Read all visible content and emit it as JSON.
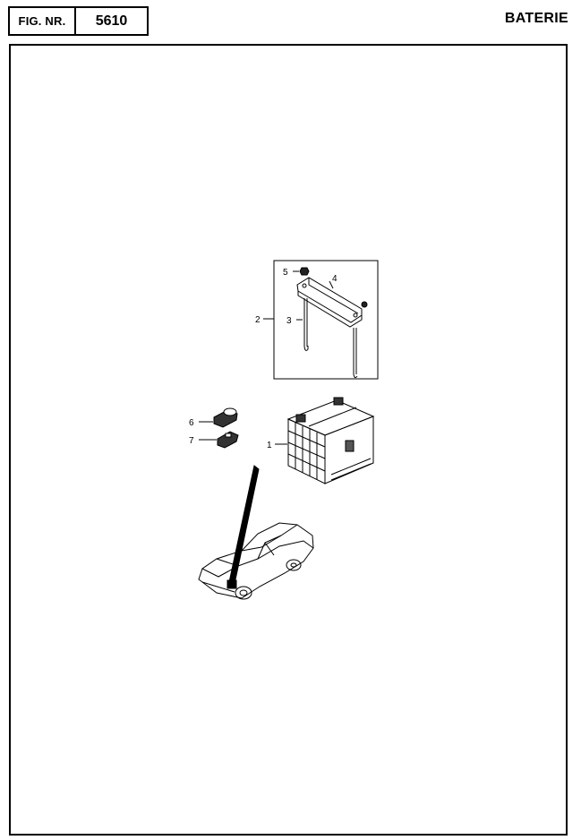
{
  "header": {
    "fig_label": "FIG. NR.",
    "fig_number": "5610",
    "title": "BATERIE"
  },
  "callouts": [
    "1",
    "2",
    "3",
    "4",
    "5",
    "6",
    "7"
  ]
}
